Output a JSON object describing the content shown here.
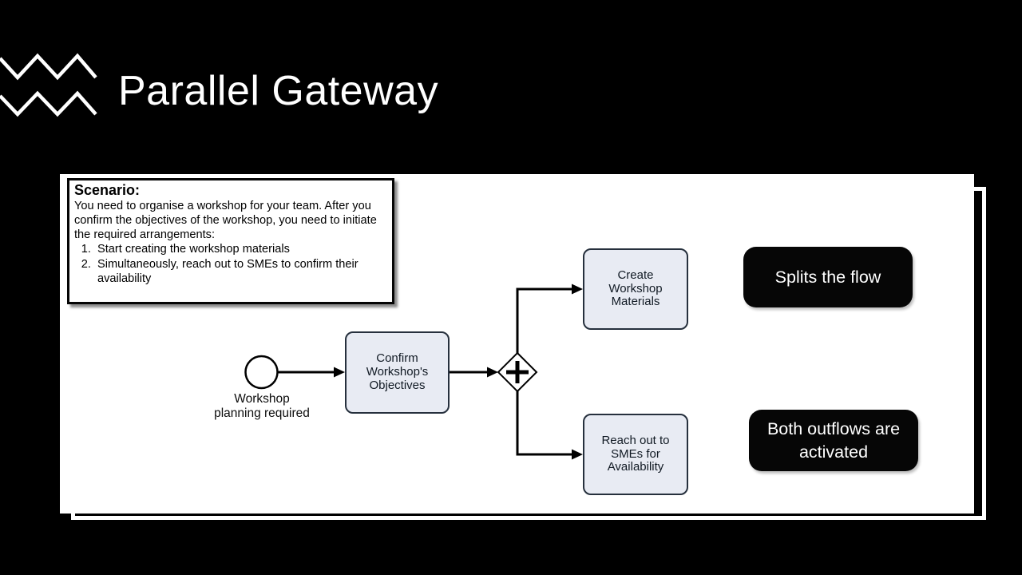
{
  "title": "Parallel Gateway",
  "scenario": {
    "heading": "Scenario:",
    "intro": "You need to organise a workshop for your team. After you confirm the objectives of the workshop, you need to initiate the required arrangements:",
    "items": [
      "Start creating the workshop materials",
      "Simultaneously, reach out to SMEs to confirm their availability"
    ]
  },
  "diagram": {
    "start_event_label": "Workshop\nplanning required",
    "tasks": {
      "confirm": "Confirm\nWorkshop's\nObjectives",
      "create": "Create\nWorkshop\nMaterials",
      "reach": "Reach out to\nSMEs for\nAvailability"
    },
    "gateway": {
      "type": "parallel",
      "symbol": "+"
    }
  },
  "callouts": {
    "split": "Splits the flow",
    "both": "Both outflows are\nactivated"
  },
  "colors": {
    "background": "#000000",
    "panel": "#ffffff",
    "task_fill": "#e8ebf3",
    "task_border": "#26303d",
    "flow": "#000000",
    "callout_bg": "#060606",
    "callout_text": "#ffffff"
  }
}
